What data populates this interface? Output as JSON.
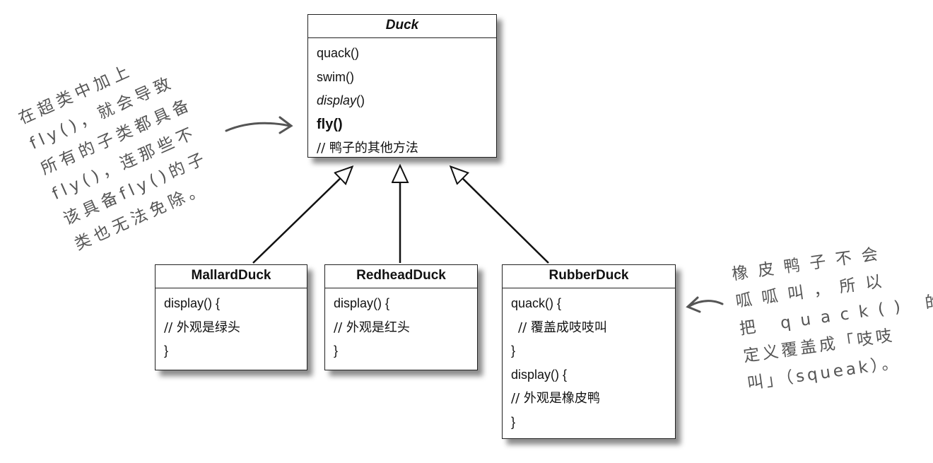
{
  "superclass": {
    "name": "Duck",
    "methods": [
      {
        "text": "quack()",
        "style": "normal"
      },
      {
        "text": "swim()",
        "style": "normal"
      },
      {
        "name": "display",
        "suffix": "()",
        "style": "italic"
      },
      {
        "text": "fly()",
        "style": "bold"
      },
      {
        "text": "// 鸭子的其他方法",
        "style": "comment"
      }
    ]
  },
  "subclasses": {
    "mallard": {
      "name": "MallardDuck",
      "lines": [
        "display() {",
        "// 外观是绿头",
        "}"
      ]
    },
    "redhead": {
      "name": "RedheadDuck",
      "lines": [
        "display() {",
        "// 外观是红头",
        "}"
      ]
    },
    "rubber": {
      "name": "RubberDuck",
      "lines": [
        "quack() {",
        "// 覆盖成吱吱叫",
        "}",
        "display() {",
        "// 外观是橡皮鸭",
        "}"
      ]
    }
  },
  "annotations": {
    "left": [
      "在超类中加上",
      "fly()，就会导致",
      "所有的子类都具备",
      "fly()，连那些不",
      "该具备fly()的子",
      "类也无法免除。"
    ],
    "right": [
      "橡皮鸭子不会",
      "呱呱叫，所以",
      "把 quack() 的",
      "定义覆盖成「吱吱",
      "叫」（squeak）。"
    ]
  }
}
